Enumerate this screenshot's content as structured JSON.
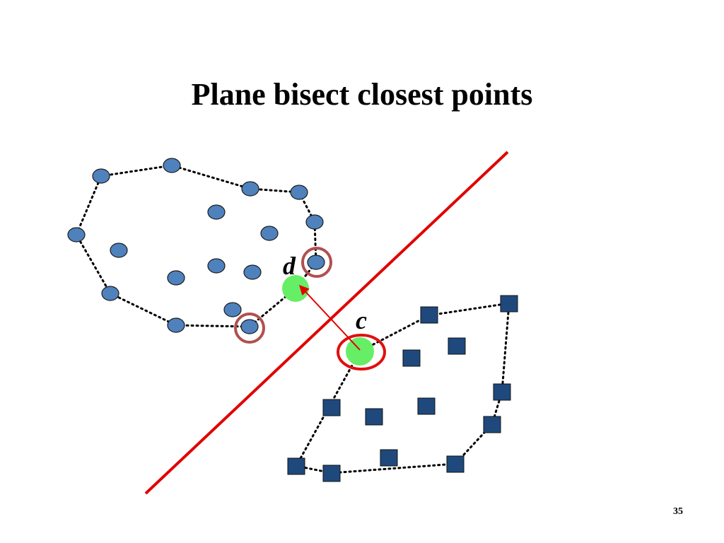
{
  "slide": {
    "title": "Plane bisect closest points",
    "page_number": "35"
  },
  "labels": {
    "d": "d",
    "c": "c"
  },
  "colors": {
    "circle_fill": "#4f81bd",
    "square_fill": "#1f497d",
    "highlight_green": "#66ee66",
    "bisector_red": "#e00000",
    "highlight_ring_brown": "#b05050",
    "highlight_ring_red": "#e01010",
    "arrow_red": "#e00000",
    "hull_dots": "#000000"
  }
}
